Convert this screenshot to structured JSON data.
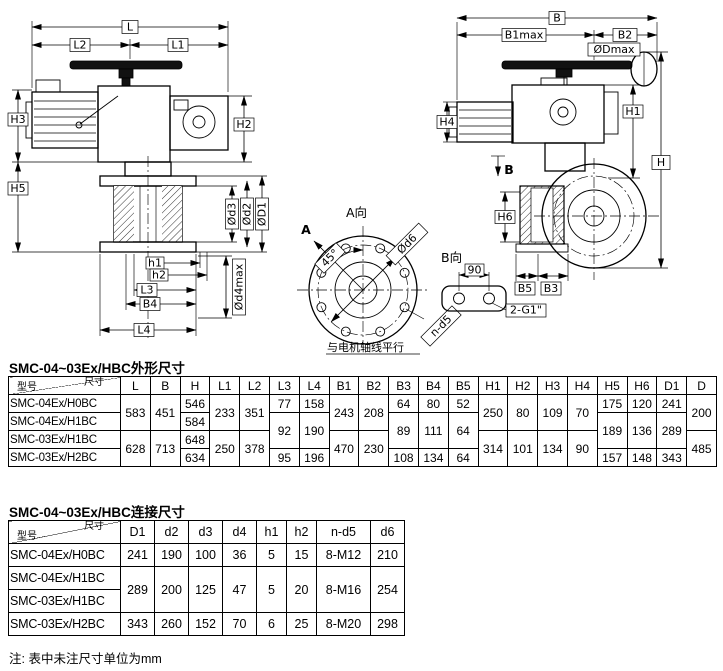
{
  "drawing": {
    "left": {
      "L": "L",
      "L2": "L2",
      "L1": "L1",
      "H3": "H3",
      "H5": "H5",
      "H2": "H2",
      "d3": "Ød3",
      "d2": "Ød2",
      "D1": "ØD1",
      "h1": "h1",
      "h2": "h2",
      "L3": "L3",
      "B4": "B4",
      "L4": "L4",
      "d4max": "Ød4max"
    },
    "viewA": {
      "marker": "A",
      "title": "A向",
      "angle45": "45°",
      "d6": "Ød6",
      "nd5": "n-d5",
      "axisNote": "与电机轴线平行"
    },
    "viewB": {
      "title": "B向",
      "dim90": "90",
      "thread": "2-G1\""
    },
    "right": {
      "B": "B",
      "B1max": "B1max",
      "B2": "B2",
      "Dmax": "ØDmax",
      "H4": "H4",
      "H1": "H1",
      "H": "H",
      "H6": "H6",
      "B5": "B5",
      "B3": "B3",
      "viewBMark": "B"
    }
  },
  "outline": {
    "title": "SMC-04~03Ex/HBC外形尺寸",
    "corner": {
      "dim": "尺寸",
      "model": "型号"
    },
    "headers": [
      "L",
      "B",
      "H",
      "L1",
      "L2",
      "L3",
      "L4",
      "B1",
      "B2",
      "B3",
      "B4",
      "B5",
      "H1",
      "H2",
      "H3",
      "H4",
      "H5",
      "H6",
      "D1",
      "D"
    ],
    "r1": {
      "model": "SMC-04Ex/H0BC",
      "L": "583",
      "B": "451",
      "H": "546",
      "L1": "233",
      "L2": "351",
      "L3": "77",
      "L4": "158",
      "B1": "243",
      "B2": "208",
      "B3": "64",
      "B4": "80",
      "B5": "52",
      "H1": "250",
      "H2": "80",
      "H3": "109",
      "H4": "70",
      "H5": "175",
      "H6": "120",
      "D1": "241",
      "D": "200"
    },
    "r2": {
      "model": "SMC-04Ex/H1BC",
      "H": "584",
      "L3": "92",
      "L4": "190",
      "B3": "89",
      "B4": "111",
      "B5": "64",
      "H5": "189",
      "H6": "136",
      "D1": "289"
    },
    "r3": {
      "model": "SMC-03Ex/H1BC",
      "L": "628",
      "B": "713",
      "H": "648",
      "L1": "250",
      "L2": "378",
      "B1": "470",
      "B2": "230",
      "H1": "314",
      "H2": "101",
      "H3": "134",
      "H4": "90",
      "D": "485"
    },
    "r4": {
      "model": "SMC-03Ex/H2BC",
      "H": "634",
      "L3": "95",
      "L4": "196",
      "B3": "108",
      "B4": "134",
      "B5": "64",
      "H5": "157",
      "H6": "148",
      "D1": "343"
    }
  },
  "connect": {
    "title": "SMC-04~03Ex/HBC连接尺寸",
    "corner": {
      "dim": "尺寸",
      "model": "型号"
    },
    "headers": [
      "D1",
      "d2",
      "d3",
      "d4",
      "h1",
      "h2",
      "n-d5",
      "d6"
    ],
    "r1": {
      "model": "SMC-04Ex/H0BC",
      "D1": "241",
      "d2": "190",
      "d3": "100",
      "d4": "36",
      "h1": "5",
      "h2": "15",
      "nd5": "8-M12",
      "d6": "210"
    },
    "r2": {
      "model": "SMC-04Ex/H1BC",
      "D1": "289",
      "d2": "200",
      "d3": "125",
      "d4": "47",
      "h1": "5",
      "h2": "20",
      "nd5": "8-M16",
      "d6": "254"
    },
    "r3": {
      "model": "SMC-03Ex/H1BC"
    },
    "r4": {
      "model": "SMC-03Ex/H2BC",
      "D1": "343",
      "d2": "260",
      "d3": "152",
      "d4": "70",
      "h1": "6",
      "h2": "25",
      "nd5": "8-M20",
      "d6": "298"
    }
  },
  "note": "注: 表中未注尺寸单位为mm"
}
